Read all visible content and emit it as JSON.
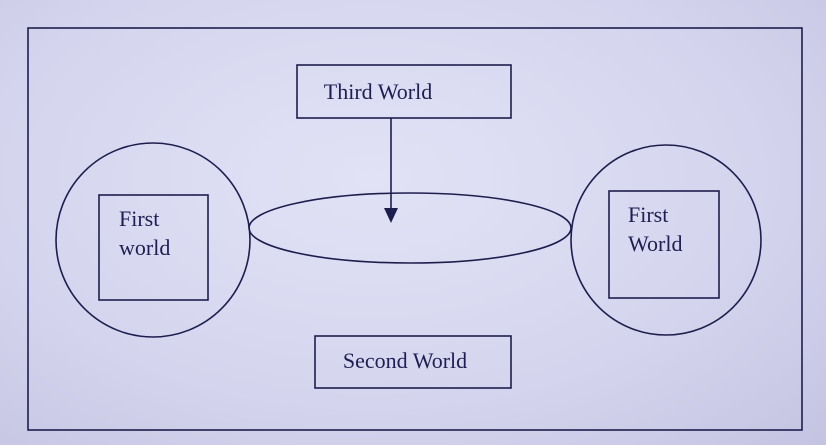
{
  "diagram": {
    "top_box": "Third World",
    "bottom_box": "Second World",
    "left_box": {
      "line1": "First",
      "line2": "world"
    },
    "right_box": {
      "line1": "First",
      "line2": "World"
    },
    "colors": {
      "background": "#d8d8f0",
      "ink": "#1e1e4e"
    }
  }
}
